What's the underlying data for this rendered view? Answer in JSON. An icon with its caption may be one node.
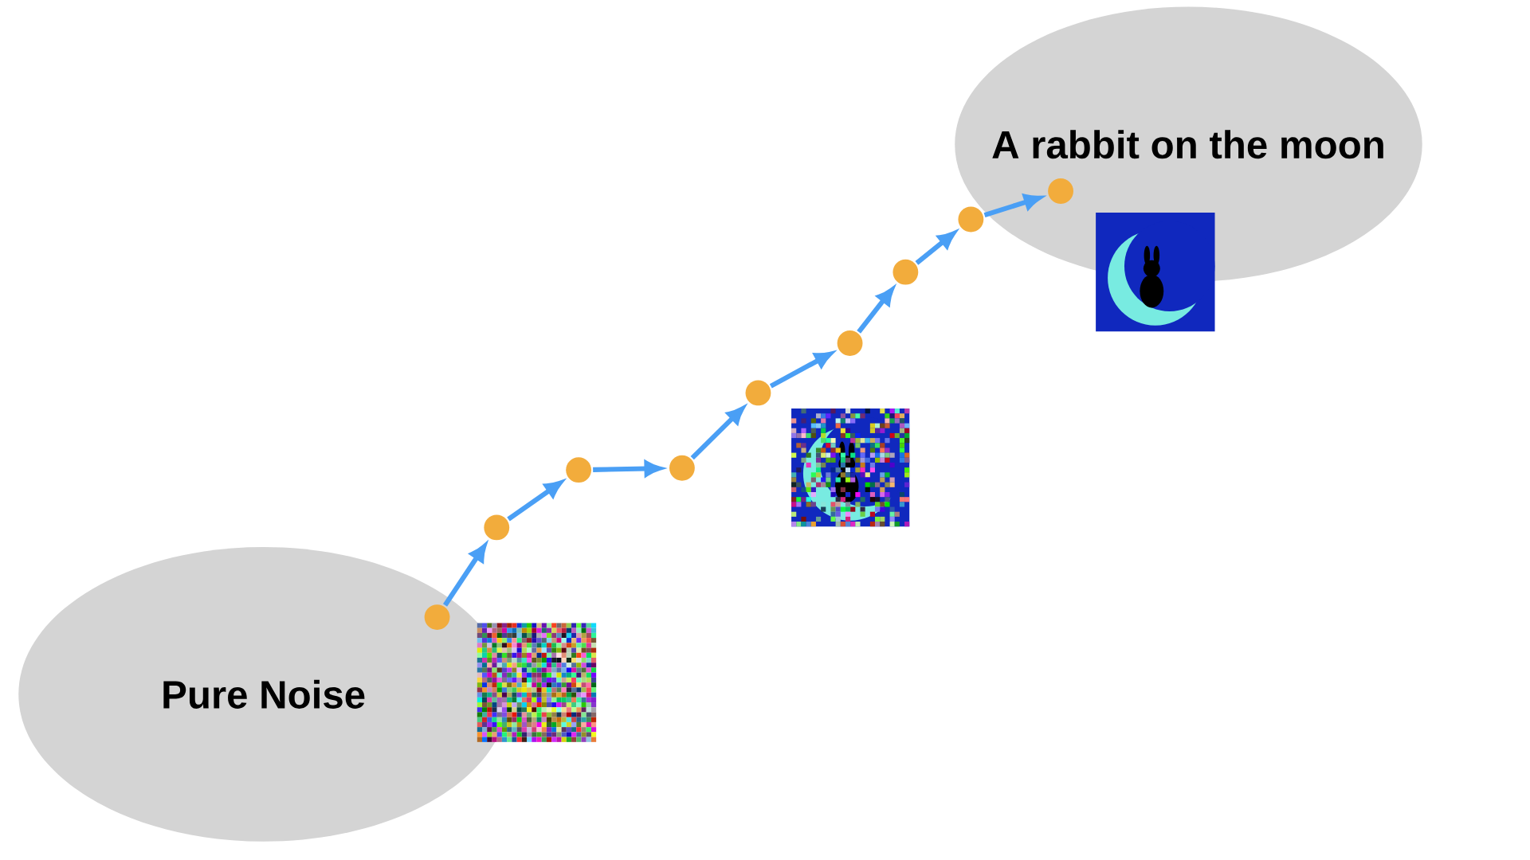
{
  "diagram": {
    "nodes": [
      {
        "text": [
          "A rabbit on the moon"
        ]
      },
      {
        "text": [
          "Pure Noise"
        ]
      },
      {
        "text": [],
        "shape": "circle",
        "in": 1
      },
      {
        "text": [],
        "shape": "circle"
      },
      {
        "text": [],
        "shape": "circle"
      },
      {
        "text": [],
        "shape": "circle"
      },
      {
        "text": [],
        "shape": "circle"
      },
      {
        "text": [],
        "shape": "circle"
      },
      {
        "text": [],
        "shape": "circle"
      },
      {
        "text": [],
        "shape": "circle"
      },
      {
        "text": [],
        "shape": "circle",
        "in": 0
      }
    ],
    "edges": [
      {
        "from": 2,
        "to": 3,
        "arrow": "to"
      },
      {
        "from": 3,
        "to": 4,
        "arrow": "to"
      },
      {
        "from": 4,
        "to": 5,
        "arrow": "to"
      },
      {
        "from": 5,
        "to": 6,
        "arrow": "to"
      },
      {
        "from": 6,
        "to": 7,
        "arrow": "to"
      },
      {
        "from": 7,
        "to": 8,
        "arrow": "to"
      },
      {
        "from": 8,
        "to": 9,
        "arrow": "to"
      },
      {
        "from": 9,
        "to": 10,
        "arrow": "to"
      }
    ]
  }
}
